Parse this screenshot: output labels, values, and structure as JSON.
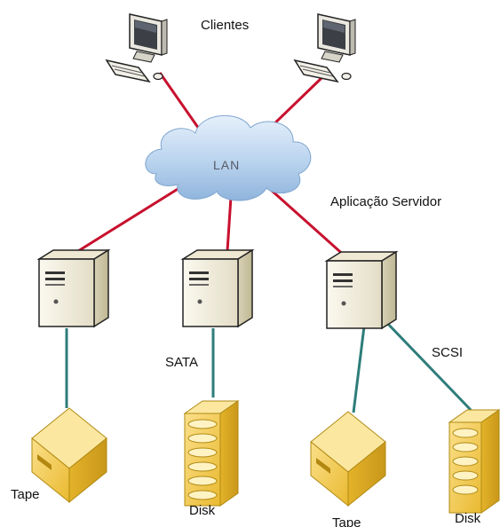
{
  "labels": {
    "clients": "Clientes",
    "lan": "LAN",
    "app_server": "Aplicação Servidor",
    "sata": "SATA",
    "scsi": "SCSI",
    "tape_left": "Tape",
    "disk_middle": "Disk",
    "tape_right": "Tape",
    "disk_right": "Disk"
  },
  "colors": {
    "lan_link": "#c8102e",
    "storage_link": "#2e7d7a",
    "storage_fill": "#f2c94c",
    "server_fill": "#f4f1e4",
    "cloud_fill": "#b9d3ee"
  },
  "icons": {
    "client": "desktop-computer-icon",
    "server": "server-tower-icon",
    "tape": "tape-drive-icon",
    "disk": "disk-stack-icon",
    "network": "cloud-icon"
  }
}
